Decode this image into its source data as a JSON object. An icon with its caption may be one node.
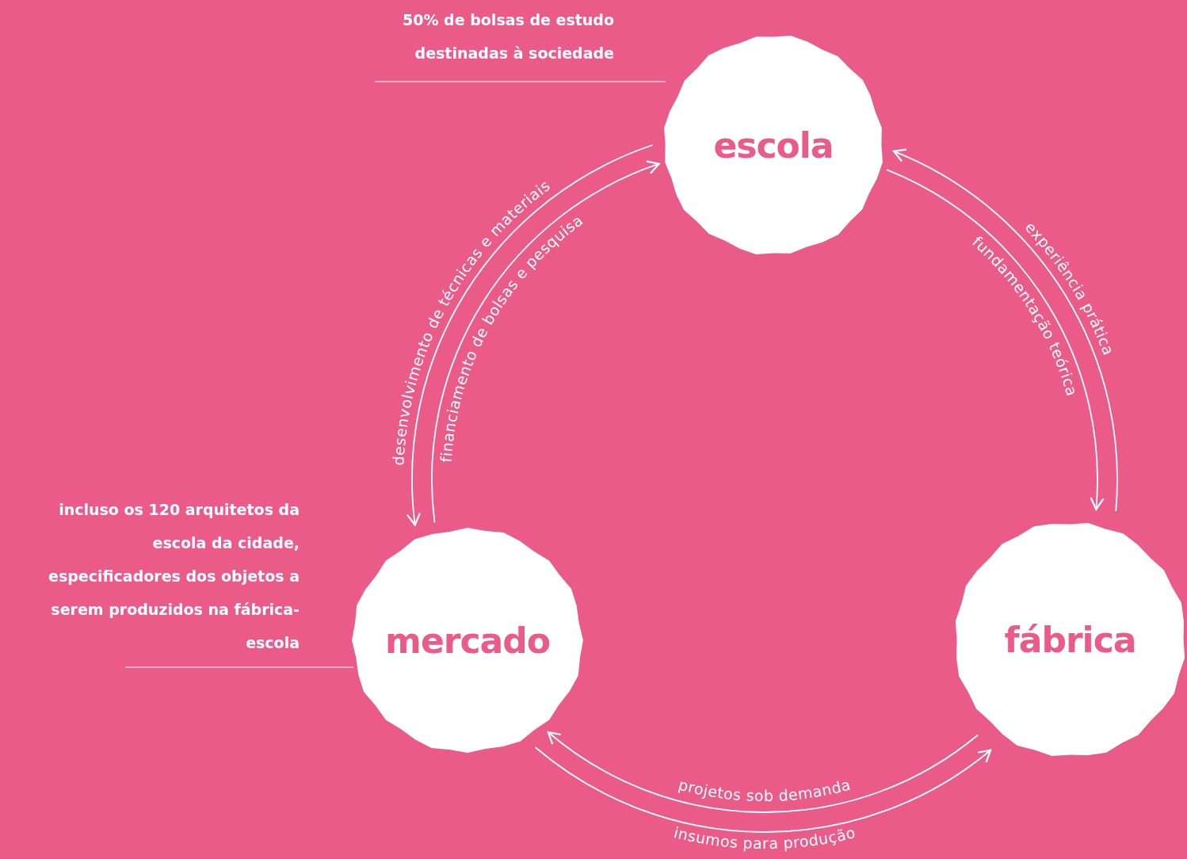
{
  "diagram": {
    "nodes": [
      {
        "text": [
          "escola"
        ]
      },
      {
        "text": [
          "mercado"
        ]
      },
      {
        "text": [
          "fábrica"
        ]
      },
      {
        "text": [
          "50% de bolsas de estudo destinadas à sociedade"
        ]
      },
      {
        "text": [
          "incluso os 120 arquitetos da escola da cidade, especificadores dos objetos a serem produzidos na fábrica-escola"
        ]
      }
    ],
    "edges": [
      {
        "from": 0,
        "to": 1,
        "arrow": "to",
        "label": "desenvolvimento de técnicas e materiais"
      },
      {
        "from": 1,
        "to": 0,
        "arrow": "to",
        "label": "financiamento de bolsas e pesquisa"
      },
      {
        "from": 2,
        "to": 0,
        "arrow": "to",
        "label": "experiência prática"
      },
      {
        "from": 0,
        "to": 2,
        "arrow": "to",
        "label": "fundamentação teórica"
      },
      {
        "from": 2,
        "to": 1,
        "arrow": "to",
        "label": "projetos sob demanda"
      },
      {
        "from": 1,
        "to": 2,
        "arrow": "to",
        "label": "insumos para produção"
      },
      {
        "from": 3,
        "to": 0,
        "arrow": "none"
      },
      {
        "from": 4,
        "to": 1,
        "arrow": "none"
      }
    ]
  }
}
